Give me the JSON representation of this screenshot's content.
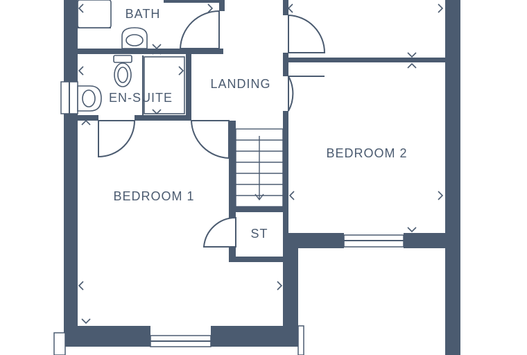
{
  "rooms": {
    "bath": "BATH",
    "landing": "LANDING",
    "en_suite": "EN-SUITE",
    "bedroom_2": "BEDROOM 2",
    "bedroom_1": "BEDROOM 1",
    "store": "ST"
  },
  "colors": {
    "wall": "#4b5b70",
    "background": "#ffffff"
  }
}
